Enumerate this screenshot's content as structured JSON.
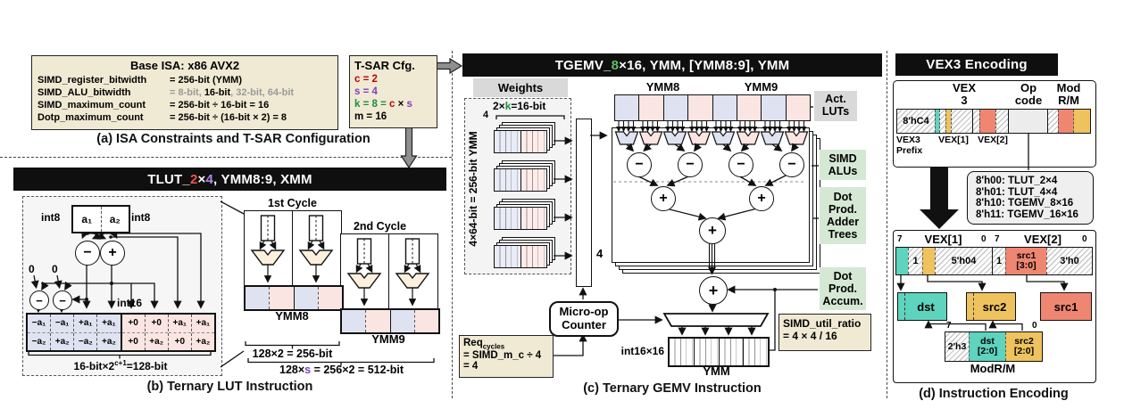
{
  "symbols": {
    "minus": "−",
    "plus": "+"
  },
  "panel_a": {
    "caption": "(a) ISA Constraints and T-SAR Configuration",
    "base_isa": {
      "title": "Base ISA: x86 AVX2",
      "rows": [
        {
          "key": "SIMD_register_bitwidth",
          "value": "= 256-bit (YMM)"
        },
        {
          "key": "SIMD_ALU_bitwidth",
          "value_pre": "= 8-bit, ",
          "value_bold": "16-bit",
          "value_post": ", 32-bit, 64-bit"
        },
        {
          "key": "SIMD_maximum_count",
          "value": "= 256-bit ÷ 16-bit = 16"
        },
        {
          "key": "Dotp_maximum_count",
          "value": "= 256-bit ÷ (16-bit × 2) = 8"
        }
      ]
    },
    "tsar": {
      "title": "T-SAR Cfg.",
      "c": "c = 2",
      "s": "s = 4",
      "k_pre": "k = 8 = ",
      "k_c": "c",
      "k_x": " × ",
      "k_s": "s",
      "m": "m = 16"
    }
  },
  "panel_b": {
    "title": {
      "pre": "TLUT_",
      "c": "2",
      "x": "×",
      "s": "4",
      "post": ", YMM8:9, XMM"
    },
    "caption": "(b) Ternary LUT Instruction",
    "lut": {
      "int8_l": "int8",
      "a1": "a₁",
      "a2": "a₂",
      "int8_r": "int8",
      "zero": "0",
      "int16": "int16",
      "cells": [
        {
          "t": "−a₁",
          "b": "−a₂"
        },
        {
          "t": "−a₁",
          "b": "+a₂"
        },
        {
          "t": "+a₁",
          "b": "−a₂"
        },
        {
          "t": "+a₁",
          "b": "+a₂"
        },
        {
          "t": "+0",
          "b": "+0"
        },
        {
          "t": "+0",
          "b": "+a₂"
        },
        {
          "t": "+a₁",
          "b": "+0"
        },
        {
          "t": "+a₁",
          "b": "+a₂"
        }
      ],
      "width_pre": "16-bit×2",
      "width_sup": "c+1",
      "width_post": "=128-bit"
    },
    "cycle1": "1st Cycle",
    "cycle2": "2nd Cycle",
    "ymm8": "YMM8",
    "ymm9": "YMM9",
    "dim1": "128×2 = 256-bit",
    "dim2_pre": "128×",
    "dim2_s": "s",
    "dim2_post": " = 256×2 = 512-bit"
  },
  "panel_c": {
    "title": {
      "pre": "TGEMV_",
      "k": "8",
      "post": "×16, YMM, [YMM8:9], YMM"
    },
    "caption": "(c) Ternary GEMV Instruction",
    "weights": {
      "label": "Weights",
      "dim_pre": "2×",
      "dim_k": "k",
      "dim_post": "=16-bit",
      "count": "4",
      "side": "4×64-bit = 256-bit YMM"
    },
    "ymm8": "YMM8",
    "ymm9": "YMM9",
    "act_luts": "Act.\nLUTs",
    "simd_alus": "SIMD\nALUs",
    "adder_trees": "Dot\nProd.\nAdder\nTrees",
    "accum": "Dot\nProd.\nAccum.",
    "lanes": "4",
    "microop": "Micro-op\nCounter",
    "req": {
      "pre": "Req",
      "sub": "cycles",
      "l2": "= SIMD_m_c ÷ 4",
      "l3": "= 4"
    },
    "util": {
      "l1": "SIMD_util_ratio",
      "l2": "= 4 × 4 / 16"
    },
    "out_type": "int16×16",
    "out_reg": "YMM"
  },
  "panel_d": {
    "title": "VEX3 Encoding",
    "caption": "(d) Instruction Encoding",
    "top": {
      "vex3": "VEX\n3",
      "opcode": "Op\ncode",
      "modrm": "Mod\nR/M",
      "prefix": "8'hC4",
      "prefix_lbl": "VEX3\nPrefix",
      "vex1_lbl": "VEX[1]",
      "vex2_lbl": "VEX[2]"
    },
    "opcodes": [
      "8'h00: TLUT_2×4",
      "8'h01: TLUT_4×4",
      "8'h10: TGEMV_8×16",
      "8'h11: TGEMV_16×16"
    ],
    "bits": {
      "b7": "7",
      "b0": "0"
    },
    "vex1": {
      "lbl": "VEX[1]",
      "f1": "1",
      "f2": "5'h04"
    },
    "vex2": {
      "lbl": "VEX[2]",
      "f1": "1",
      "f2": "src1\n[3:0]",
      "f3": "3'h0"
    },
    "dst": "dst",
    "src2": "src2",
    "src1": "src1",
    "modrm": {
      "f1": "2'h3",
      "f2": "dst\n[2:0]",
      "f3": "src2\n[2:0]",
      "lbl": "ModR/M"
    }
  }
}
